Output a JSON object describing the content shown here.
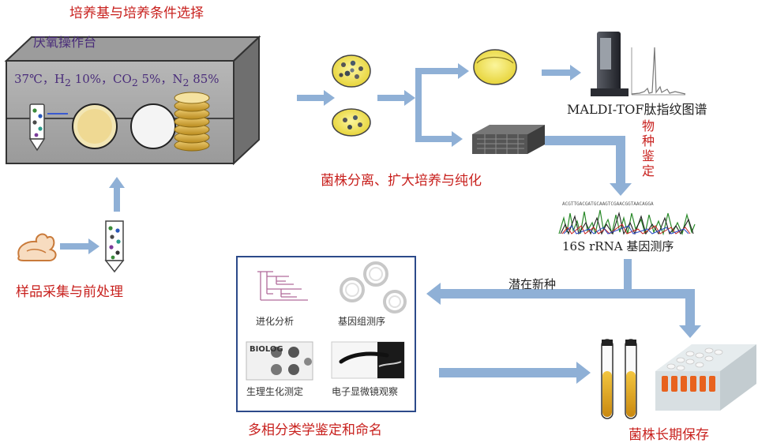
{
  "labels": {
    "culture_title": "培养基与培养条件选择",
    "chamber_title": "厌氧操作台",
    "sample": "样品采集与前处理",
    "isolation": "菌株分离、扩大培养与纯化",
    "maldi": "MALDI-TOF肽指纹图谱",
    "species_id": [
      "物",
      "种",
      "鉴",
      "定"
    ],
    "seq16s": "16S rRNA 基因测序",
    "new_species": "潜在新种",
    "polyphasic": "多相分类学鉴定和命名",
    "storage": "菌株长期保存"
  },
  "gas_conditions": {
    "temp": "37℃，",
    "h2_a": "H",
    "h2_sub": "2",
    "h2_b": " 10%，",
    "co2_a": "CO",
    "co2_sub": "2",
    "co2_b": " 5%，",
    "n2_a": "N",
    "n2_sub": "2",
    "n2_b": " 85%"
  },
  "panel_items": {
    "phylo": "进化分析",
    "genome": "基因组测序",
    "physio": "生理生化测定",
    "em": "电子显微镜观察",
    "biolog": "BIOLOG"
  },
  "colors": {
    "arrow": "#8fb0d6",
    "label_red": "#c8211e",
    "chamber_text": "#4a2d7a",
    "panel_border": "#2c4a8a",
    "agar": "#f2e65a",
    "tube_fill": "#d9a21a"
  }
}
